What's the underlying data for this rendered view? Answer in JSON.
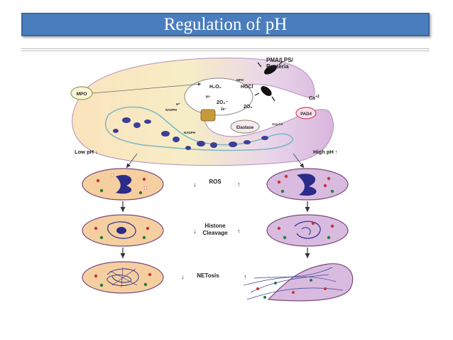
{
  "slide": {
    "title": "Regulation of pH"
  },
  "figure": {
    "top_labels": [
      "PMA/LPS/",
      "Bacteria"
    ],
    "enzymes": {
      "mpo": "MPO",
      "mpo_small": "MPO",
      "pad4": "PAD4",
      "ca": "Ca",
      "ca_sup": "+2",
      "elastase": "Elastase",
      "nadph_oxidase": "NADPH",
      "nadph": "NADPH",
      "arginine": "Arg-Cit"
    },
    "chemistry": {
      "h2o2": "H₂O₂",
      "hocl": "HOCl",
      "two_o2_minus": "2O₂⁻",
      "two_o2": "2O₂",
      "h_plus": "H⁺",
      "two_e": "2e⁻",
      "h_plus_small": "H⁺"
    },
    "side_labels": {
      "low_ph": "Low pH",
      "low_ph_arrow": "↓",
      "high_ph": "High pH",
      "high_ph_arrow": "↑"
    },
    "rows": [
      {
        "label": "ROS",
        "left": "↓",
        "right": "↑"
      },
      {
        "label": "Histone",
        "label2": "Cleavage",
        "left": "↓",
        "right": "↑"
      },
      {
        "label": "NETosis",
        "left": "↓",
        "right": "↑"
      }
    ]
  }
}
